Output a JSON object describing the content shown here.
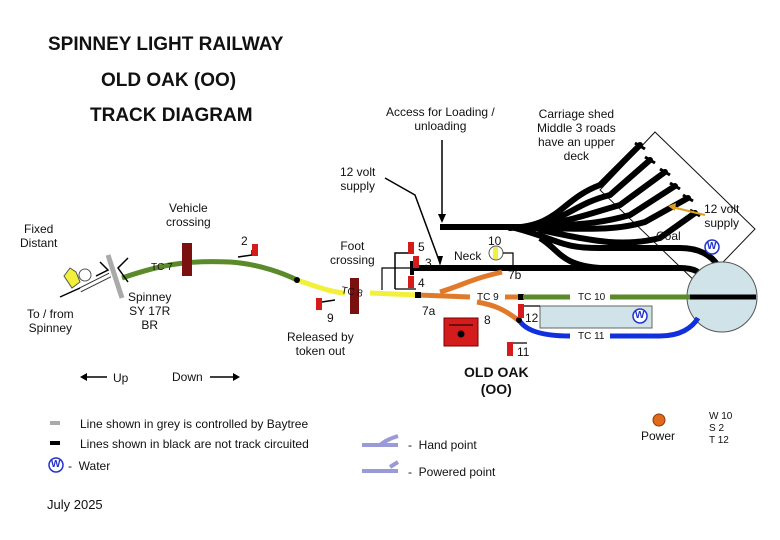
{
  "header": {
    "line1": "SPINNEY LIGHT RAILWAY",
    "line2": "OLD OAK (OO)",
    "line3": "TRACK DIAGRAM"
  },
  "annotations": {
    "access": "Access for Loading /\nunloading",
    "carriage_shed": "Carriage shed\nMiddle 3 roads\nhave an upper\ndeck",
    "supply_left": "12 volt\nsupply",
    "supply_right": "12 volt\nsupply",
    "fixed_distant": "Fixed\nDistant",
    "vehicle_crossing": "Vehicle\ncrossing",
    "foot_crossing": "Foot\ncrossing",
    "to_from": "To / from\nSpinney",
    "spinney": "Spinney\nSY 17R\nBR",
    "released": "Released by\ntoken out",
    "neck": "Neck",
    "coal": "Coal",
    "station": "OLD OAK\n(OO)"
  },
  "track_circuits": {
    "tc7": "TC 7",
    "tc8": "TC 8",
    "tc9": "TC 9",
    "tc10": "TC 10",
    "tc11": "TC 11"
  },
  "signals": {
    "s2": "2",
    "s3": "3",
    "s4": "4",
    "s5": "5",
    "s9": "9",
    "s11": "11",
    "s12": "12"
  },
  "points": {
    "p7a": "7a",
    "p7b": "7b",
    "p10": "10",
    "p8": "8"
  },
  "directions": {
    "up": "Up",
    "down": "Down"
  },
  "legend": {
    "grey": "Line shown in grey is controlled by Baytree",
    "black": "Lines shown in black are not track circuited",
    "water": "-  Water",
    "hand_point": "-  Hand point",
    "powered_point": "-  Powered point",
    "power": "Power",
    "water_symbol": "W"
  },
  "counts": {
    "w": "W 10",
    "s": "S 2",
    "t": "T 12"
  },
  "footer": {
    "date": "July 2025"
  },
  "colors": {
    "green_track": "#5a8a2a",
    "yellow_track": "#f2f03a",
    "orange_track": "#e07a2a",
    "blue_track": "#1030e0",
    "signal_red": "#d41c1c",
    "crossing": "#7a1010",
    "turntable": "#cfe3e8",
    "water_blue": "#2233cc",
    "hand_point": "#9a9ad8",
    "power_orange": "#e06a1a"
  }
}
